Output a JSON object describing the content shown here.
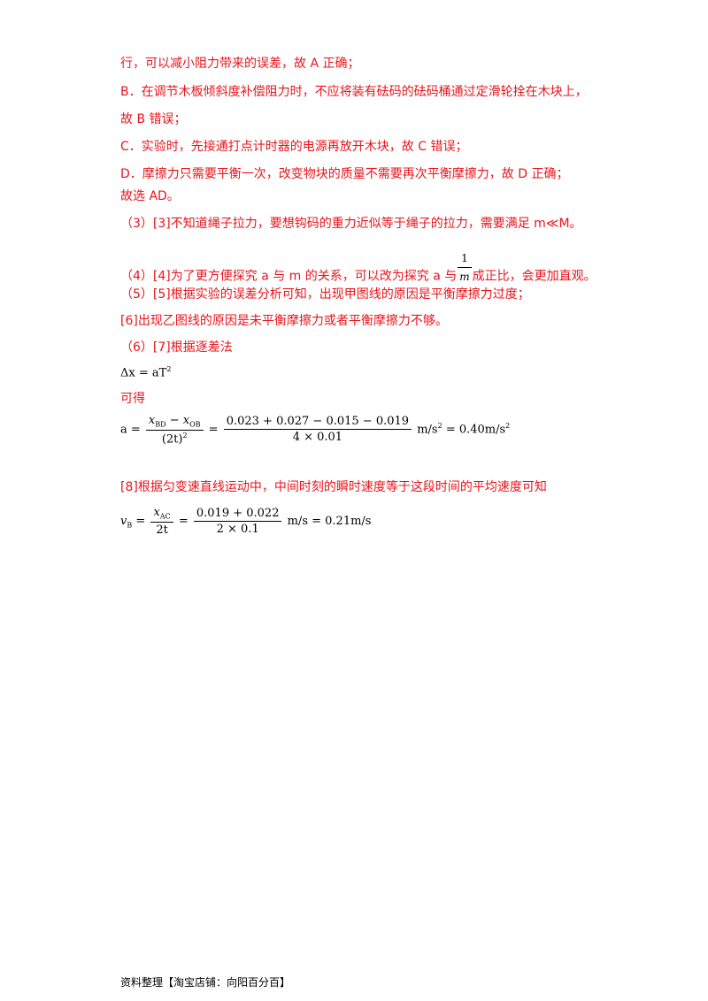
{
  "lines": [
    "行，可以减小阻力带来的误差，故 A 正确；",
    "B．在调节木板倾斜度补偿阻力时，不应将装有砝码的砝码桶通过定滑轮拴在木块上，",
    "故 B 错误；",
    "C．实验时，先接通打点计时器的电源再放开木块，故 C 错误；",
    "D．摩擦力只需要平衡一次，改变物块的质量不需要再次平衡摩擦力，故 D 正确；",
    "故选 AD。",
    "（3）[3]不知道绳子拉力，要想钩码的重力近似等于绳子的拉力，需要满足 m≪M。",
    "（4）[4]为了更方便探究 a 与 m 的关系，可以改为探究 a 与",
    "成正比，会更加直观。",
    "（5）[5]根据实验的误差分析可知，出现甲图线的原因是平衡摩擦力过度；",
    "[6]出现乙图线的原因是未平衡摩擦力或者平衡摩擦力不够。",
    "（6）[7]根据逐差法",
    "可得",
    "[8]根据匀变速直线运动中，中间时刻的瞬时速度等于这段时间的平均速度可知"
  ],
  "inline_frac": {
    "num": "1",
    "den": "m"
  },
  "eq1": {
    "lhs": "Δx = aT",
    "exp": "2"
  },
  "eq2": {
    "a": "a =",
    "num1": "x",
    "sub_bd": "BD",
    "minus": " − ",
    "num2": "x",
    "sub_ob": "OB",
    "den": "(2t)",
    "den_exp": "2",
    "eq": "=",
    "num_val": "0.023 + 0.027 − 0.015 − 0.019",
    "den_val": "4 × 0.01",
    "unit": "m/s",
    "unit_exp": "2",
    "result": "= 0.40m/s",
    "result_exp": "2"
  },
  "eq3": {
    "v": "v",
    "sub_b": "B",
    "eq": "=",
    "num": "x",
    "sub_ac": "AC",
    "den": "2t",
    "eq2": "=",
    "num_val": "0.019 + 0.022",
    "den_val": "2 × 0.1",
    "result": "m/s = 0.21m/s"
  },
  "footer": "资料整理【淘宝店铺：向阳百分百】",
  "colors": {
    "text": "#e8141b",
    "math": "#000000"
  }
}
